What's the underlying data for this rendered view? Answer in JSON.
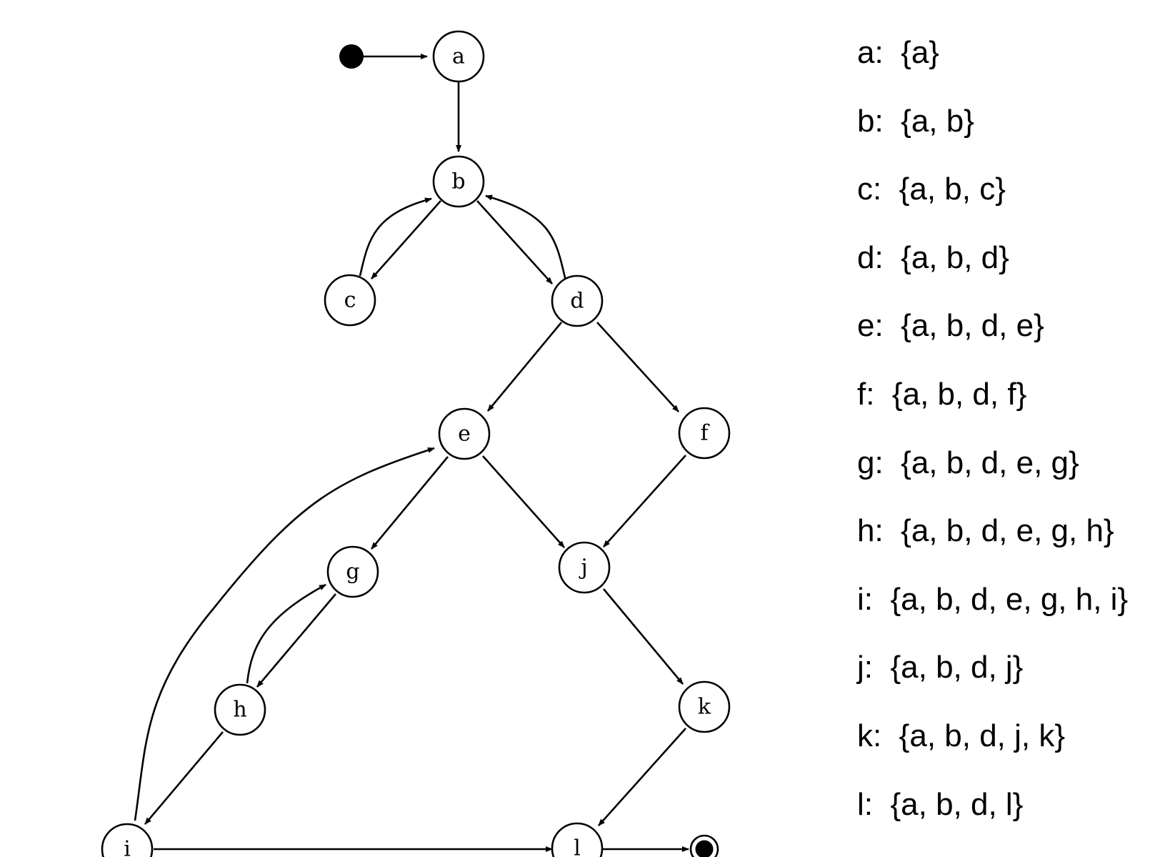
{
  "colors": {
    "stroke": "#000000",
    "fill": "#ffffff"
  },
  "nodes": [
    {
      "id": "a",
      "label": "a"
    },
    {
      "id": "b",
      "label": "b"
    },
    {
      "id": "c",
      "label": "c"
    },
    {
      "id": "d",
      "label": "d"
    },
    {
      "id": "e",
      "label": "e"
    },
    {
      "id": "f",
      "label": "f"
    },
    {
      "id": "g",
      "label": "g"
    },
    {
      "id": "h",
      "label": "h"
    },
    {
      "id": "i",
      "label": "i"
    },
    {
      "id": "j",
      "label": "j"
    },
    {
      "id": "k",
      "label": "k"
    },
    {
      "id": "l",
      "label": "l"
    }
  ],
  "edges": [
    {
      "from": "start",
      "to": "a"
    },
    {
      "from": "a",
      "to": "b"
    },
    {
      "from": "b",
      "to": "c"
    },
    {
      "from": "c",
      "to": "b"
    },
    {
      "from": "b",
      "to": "d"
    },
    {
      "from": "d",
      "to": "b"
    },
    {
      "from": "d",
      "to": "e"
    },
    {
      "from": "d",
      "to": "f"
    },
    {
      "from": "e",
      "to": "g"
    },
    {
      "from": "e",
      "to": "j"
    },
    {
      "from": "f",
      "to": "j"
    },
    {
      "from": "g",
      "to": "h"
    },
    {
      "from": "h",
      "to": "g"
    },
    {
      "from": "h",
      "to": "i"
    },
    {
      "from": "i",
      "to": "e"
    },
    {
      "from": "i",
      "to": "l"
    },
    {
      "from": "j",
      "to": "k"
    },
    {
      "from": "k",
      "to": "l"
    },
    {
      "from": "l",
      "to": "end"
    }
  ],
  "sets": [
    {
      "node": "a",
      "text": "a:  {a}"
    },
    {
      "node": "b",
      "text": "b:  {a, b}"
    },
    {
      "node": "c",
      "text": "c:  {a, b, c}"
    },
    {
      "node": "d",
      "text": "d:  {a, b, d}"
    },
    {
      "node": "e",
      "text": "e:  {a, b, d, e}"
    },
    {
      "node": "f",
      "text": "f:  {a, b, d, f}"
    },
    {
      "node": "g",
      "text": "g:  {a, b, d, e, g}"
    },
    {
      "node": "h",
      "text": "h:  {a, b, d, e, g, h}"
    },
    {
      "node": "i",
      "text": "i:  {a, b, d, e, g, h, i}"
    },
    {
      "node": "j",
      "text": "j:  {a, b, d, j}"
    },
    {
      "node": "k",
      "text": "k:  {a, b, d, j, k}"
    },
    {
      "node": "l",
      "text": "l:  {a, b, d, l}"
    }
  ]
}
